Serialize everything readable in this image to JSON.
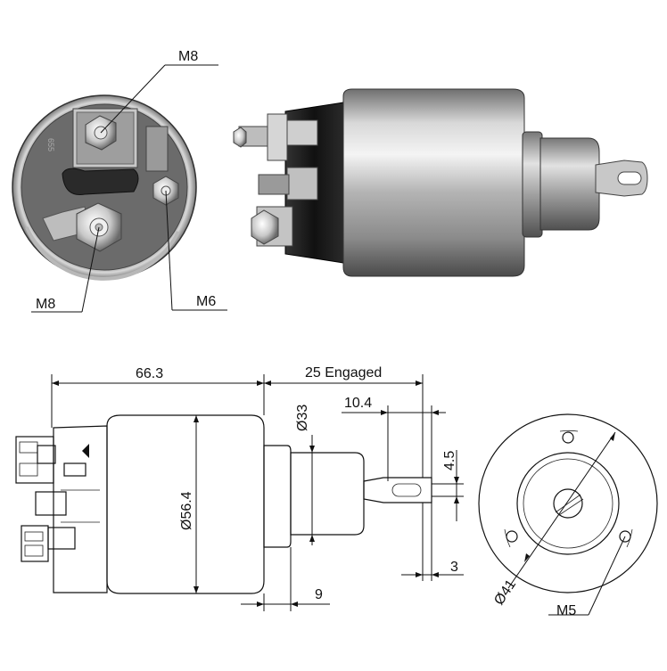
{
  "callouts": {
    "top_terminal": "M8",
    "bottom_terminal": "M8",
    "small_terminal": "M6"
  },
  "dimensions": {
    "body_length": "66.3",
    "stroke": "25 Engaged",
    "body_diameter": "Ø56.4",
    "neck_diameter": "Ø33",
    "plunger_length": "10.4",
    "slot_width": "4.5",
    "tip_thickness": "3",
    "flange_step": "9",
    "bolt_circle": "Ø41",
    "mount_thread": "M5"
  },
  "colors": {
    "line": "#111111",
    "metal_light": "#e6e6e6",
    "metal_mid": "#a8a8a8",
    "metal_dark": "#555555",
    "cap_black": "#1c1c1c"
  }
}
